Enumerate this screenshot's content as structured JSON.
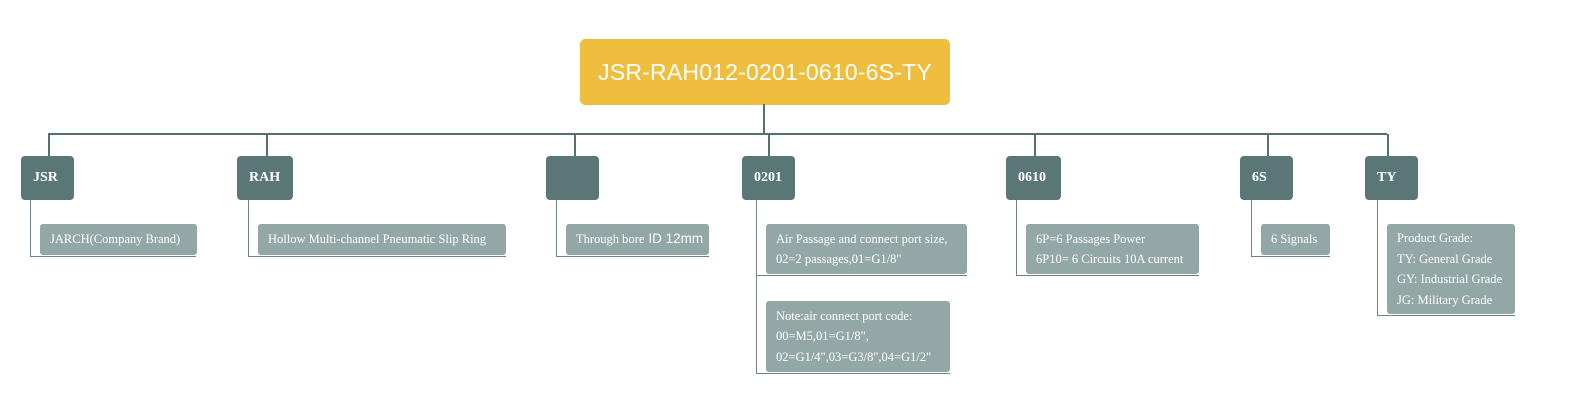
{
  "root": {
    "code": "JSR-RAH012-0201-0610-6S-TY"
  },
  "nodes": [
    {
      "label": "JSR"
    },
    {
      "label": "RAH"
    },
    {
      "label": ""
    },
    {
      "label": "0201"
    },
    {
      "label": "0610"
    },
    {
      "label": "6S"
    },
    {
      "label": "TY"
    }
  ],
  "descriptions": {
    "jsr": [
      "JARCH(Company Brand)"
    ],
    "rah": [
      "Hollow Multi-channel Pneumatic Slip Ring"
    ],
    "bore": {
      "text": "Through bore",
      "value": "ID 12mm"
    },
    "air": [
      "Air Passage and connect port size,",
      "02=2 passages,01=G1/8\""
    ],
    "air_note": [
      "Note:air connect port code:",
      "00=M5,01=G1/8\",",
      "02=G1/4\",03=G3/8\",04=G1/2\""
    ],
    "power": [
      "6P=6 Passages Power",
      "6P10= 6 Circuits 10A current"
    ],
    "signals": [
      "6 Signals"
    ],
    "grade": [
      "Product Grade:",
      "TY: General Grade",
      "GY: Industrial Grade",
      "JG: Military Grade"
    ]
  }
}
